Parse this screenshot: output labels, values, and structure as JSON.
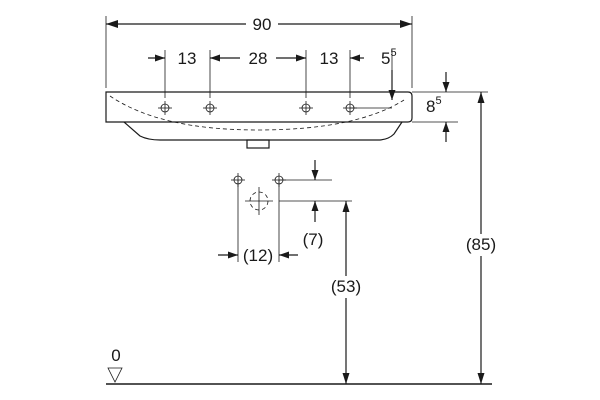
{
  "labels": {
    "width_total": "90",
    "hole_offset_left": "13",
    "hole_spacing": "28",
    "hole_offset_right": "13",
    "edge_offset_main": "5",
    "edge_offset_sup": "5",
    "rim_height_main": "8",
    "rim_height_sup": "5",
    "overall_height": "(85)",
    "bracket_spacing": "(12)",
    "bracket_offset": "(7)",
    "bracket_height": "(53)",
    "floor_level": "0"
  },
  "colors": {
    "line": "#1a1a1a",
    "background": "#ffffff"
  },
  "icons": [
    "floor-level-triangle-icon",
    "mounting-hole-icon",
    "drain-center-icon"
  ]
}
